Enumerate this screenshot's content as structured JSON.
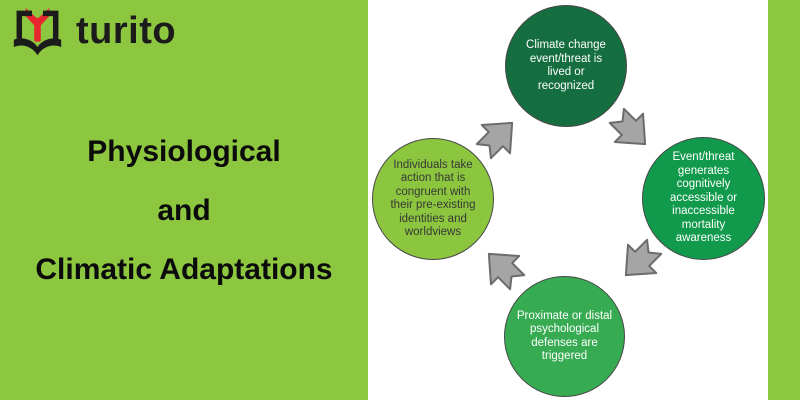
{
  "branding": {
    "name": "turito",
    "icon": "open-book-icon",
    "icon_book_color": "#1b1b1b",
    "icon_pages_color": "#e8262d"
  },
  "title": {
    "lines": [
      "Physiological",
      "and",
      "Climatic Adaptations"
    ]
  },
  "colors": {
    "panel_green": "#8dc63f",
    "strip_green": "#8dc63f",
    "background_white": "#ffffff",
    "title_text": "#0b0b0b"
  },
  "diagram": {
    "type": "cycle",
    "direction": "clockwise",
    "arrow": {
      "fill": "#a5a5a5",
      "stroke": "#6c6c6c"
    },
    "nodes": [
      {
        "id": "climate-event",
        "position": "top",
        "fill": "#156e40",
        "border": "#474747",
        "text_color": "#ffffff",
        "lines": [
          "Climate change",
          "event/threat is",
          "lived or",
          "recognized"
        ]
      },
      {
        "id": "mortality-awareness",
        "position": "right",
        "fill": "#119a4b",
        "border": "#474747",
        "text_color": "#ffffff",
        "lines": [
          "Event/threat",
          "generates",
          "cognitively",
          "accessible or",
          "inaccessible",
          "mortality",
          "awareness"
        ]
      },
      {
        "id": "defenses-triggered",
        "position": "bottom",
        "fill": "#36ab51",
        "border": "#474747",
        "text_color": "#ffffff",
        "lines": [
          "Proximate or distal",
          "psychological",
          "defenses are",
          "triggered"
        ]
      },
      {
        "id": "individual-action",
        "position": "left",
        "fill": "#8cc63e",
        "border": "#474747",
        "text_color": "#383838",
        "lines": [
          "Individuals take",
          "action that is",
          "congruent with",
          "their pre-existing",
          "identities and",
          "worldviews"
        ]
      }
    ],
    "arrows": [
      {
        "id": "arrow-left-to-top",
        "points": "up-right"
      },
      {
        "id": "arrow-top-to-right",
        "points": "down-right"
      },
      {
        "id": "arrow-right-to-bottom",
        "points": "down-left"
      },
      {
        "id": "arrow-bottom-to-left",
        "points": "up-left"
      }
    ]
  }
}
